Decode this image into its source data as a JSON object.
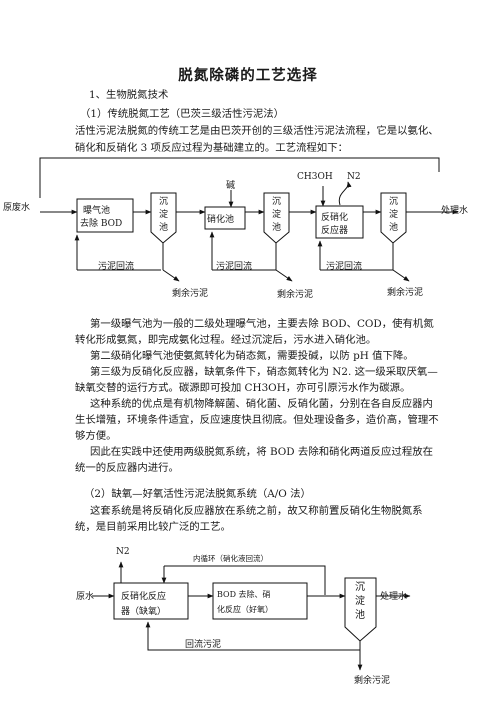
{
  "title": "脱氮除磷的工艺选择",
  "h1": "1、生物脱氮技术",
  "h1_1": "（1）传统脱氮工艺（巴茨三级活性污泥法）",
  "intro_1": "活性污泥法脱氮的传统工艺是由巴茨开创的三级活性污泥法流程，它是以氨化、",
  "intro_2": "硝化和反硝化 3 项反应过程为基础建立的。工艺流程如下：",
  "diagram1": {
    "raw_water": "原废水",
    "aeration_line1": "曝气池",
    "aeration_line2": "去除 BOD",
    "clarifier": [
      "沉",
      "淀",
      "池"
    ],
    "alkali": "碱",
    "nitrification": "硝化池",
    "methanol": "CH3OH",
    "n2": "N2",
    "denit_line1": "反硝化",
    "denit_line2": "反应器",
    "effluent": "处理水",
    "sludge_return": "污泥回流",
    "excess_sludge": "剩余污泥"
  },
  "paragraphs": [
    {
      "indent": true,
      "lines": [
        "第一级曝气池为一般的二级处理曝气池，主要去除 BOD、COD，使有机氮",
        "转化形成氨氮，即完成氨化过程。经过沉淀后，污水进入硝化池。"
      ]
    },
    {
      "indent": true,
      "lines": [
        "第二级硝化曝气池使氨氮转化为硝态氮，需要投碱，以防 pH 值下降。"
      ]
    },
    {
      "indent": true,
      "lines": [
        "第三级为反硝化反应器，缺氧条件下，硝态氮转化为 N2. 这一级采取厌氧—",
        "缺氧交替的运行方式。碳源即可投加 CH3OH，亦可引原污水作为碳源。"
      ]
    },
    {
      "indent": true,
      "lines": [
        "这种系统的优点是有机物降解菌、硝化菌、反硝化菌，分别在各自反应器内",
        "生长增殖，环境条件适宜，反应速度快且彻底。但处理设备多，造价高，管理不",
        "够方便。"
      ]
    },
    {
      "indent": true,
      "lines": [
        "因此在实践中还使用两级脱氮系统，将 BOD 去除和硝化两道反应过程放在",
        "统一的反应器内进行。"
      ]
    }
  ],
  "h1_2": "（2）缺氧—好氧活性污泥法脱氮系统（A/O 法）",
  "ao_1": "这套系统是将反硝化反应器放在系统之前，故又称前置反硝化生物脱氮系",
  "ao_2": "统，是目前采用比较广泛的工艺。",
  "diagram2": {
    "n2": "N2",
    "internal_cycle": "内循环（硝化液回流）",
    "raw_water": "原水",
    "anoxic_line1": "反硝化反应",
    "anoxic_line2": "器（缺氧）",
    "oxic_line1": "BOD 去除、硝",
    "oxic_line2": "化反应（好氧）",
    "clarifier": [
      "沉",
      "淀",
      "池"
    ],
    "effluent": "处理水",
    "return_sludge": "回流污泥",
    "excess_sludge": "剩余污泥"
  }
}
